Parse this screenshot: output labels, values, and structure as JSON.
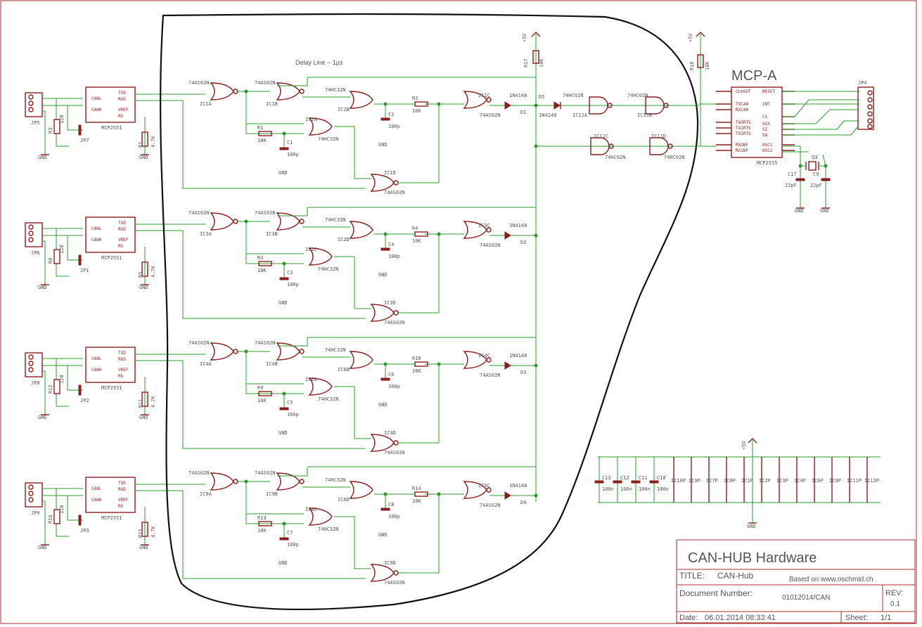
{
  "labels": {
    "delay_line": "Delay Line ~ 1µs",
    "mcp_a": "MCP-A",
    "plus5v": "+5V",
    "gnd": "GND",
    "r_10k": "10K",
    "r_47k": "4.7K",
    "r_120": "120",
    "c_100n": "100n",
    "c_100p": "100p",
    "c_22pf": "22pF",
    "diode": "1N4148",
    "d5": "D5"
  },
  "channels": [
    {
      "jp": "JP5",
      "jp_opt": "JP7",
      "r_term": "R3",
      "r_pull": "R1",
      "r_delay": "R2",
      "c_delay": "C2",
      "r_mid": "R1",
      "c_mid": "C1",
      "transceiver": "MCP2551",
      "g1": "IC1A",
      "g2": "IC1B",
      "g3": "IC2B",
      "g4": "IC2A",
      "g5": "IC1C",
      "g6": "IC1D",
      "diode": "D1"
    },
    {
      "jp": "JP6",
      "jp_opt": "JP1",
      "r_term": "R6",
      "r_pull": "R5",
      "r_delay": "R4",
      "c_delay": "C4",
      "r_mid": "R3",
      "c_mid": "C3",
      "transceiver": "MCP2551",
      "g1": "IC3A",
      "g2": "IC3B",
      "g3": "IC2D",
      "g4": "IC2C",
      "g5": "IC3C",
      "g6": "IC3D",
      "diode": "D2"
    },
    {
      "jp": "JP8",
      "jp_opt": "JP2",
      "r_term": "R12",
      "r_pull": "R11",
      "r_delay": "R10",
      "c_delay": "C6",
      "r_mid": "R9",
      "c_mid": "C5",
      "transceiver": "MCP2551",
      "g1": "IC4A",
      "g2": "IC4B",
      "g3": "IC6B",
      "g4": "IC6A",
      "g5": "IC4C",
      "g6": "IC4D",
      "diode": "D3"
    },
    {
      "jp": "JP9",
      "jp_opt": "JP3",
      "r_term": "R16",
      "r_pull": "R15",
      "r_delay": "R14",
      "c_delay": "C8",
      "r_mid": "R13",
      "c_mid": "C7",
      "transceiver": "MCP2551",
      "g1": "IC9A",
      "g2": "IC9B",
      "g3": "IC6D",
      "g4": "IC6C",
      "g5": "IC9C",
      "g6": "IC9D",
      "diode": "D4"
    }
  ],
  "parts": {
    "nor_as": "74AS02N",
    "nor_hc": "74HC02N",
    "or_hc": "74HC32N",
    "ic11a": "IC11A",
    "ic11b": "IC11B",
    "ic11c": "IC11C",
    "ic11d": "IC11D",
    "r17": "R17",
    "r18": "R18",
    "mcp2515": "MCP2515",
    "jp4": "JP4",
    "q3": "Q3",
    "c9": "C9",
    "c17": "C17"
  },
  "mcp2515_pins_left": [
    "CLKOUT",
    "TXCAN",
    "RXCAN",
    "TXDRTS",
    "TX1RTS",
    "TX2RTS",
    "RXOBF",
    "RX1BF"
  ],
  "mcp2515_pins_right": [
    "RESET",
    "INT",
    "CS",
    "SCK",
    "SI",
    "SO",
    "OSC1",
    "OSC2"
  ],
  "decoupling_caps": [
    "C13",
    "C12",
    "C11",
    "C10"
  ],
  "power_ics": [
    "IC10P",
    "IC9P",
    "IC7P",
    "IC8P",
    "IC1P",
    "IC2P",
    "IC3P",
    "IC4P",
    "IC6P",
    "IC9P",
    "IC11P",
    "IC12P"
  ],
  "title_block": {
    "heading": "CAN-HUB Hardware",
    "title_label": "TITLE:",
    "title_value": "CAN-Hub",
    "based_on": "Based on www.oschmid.ch",
    "doc_label": "Document Number:",
    "doc_value": "01012014/CAN",
    "rev_label": "REV:",
    "rev_value": "0.1",
    "date_label": "Date:",
    "date_value": "06.01.2014  08:33:41",
    "sheet_label": "Sheet:",
    "sheet_value": "1/1"
  }
}
